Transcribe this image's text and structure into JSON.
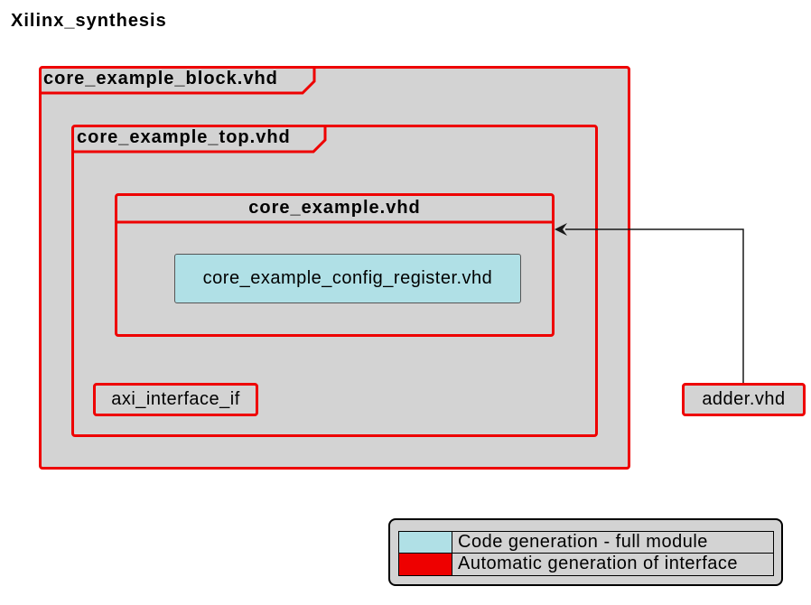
{
  "title": "Xilinx_synthesis",
  "frames": {
    "block": "core_example_block.vhd",
    "top": "core_example_top.vhd",
    "core": "core_example.vhd"
  },
  "modules": {
    "config_register": "core_example_config_register.vhd",
    "axi_interface": "axi_interface_if",
    "adder": "adder.vhd"
  },
  "legend": [
    {
      "color": "#b0e0e6",
      "label": "Code generation - full module"
    },
    {
      "color": "#ee0000",
      "label": "Automatic generation of interface"
    }
  ],
  "colors": {
    "frame_border": "#ee0000",
    "frame_fill": "#d3d3d3",
    "full_module_fill": "#b0e0e6"
  }
}
